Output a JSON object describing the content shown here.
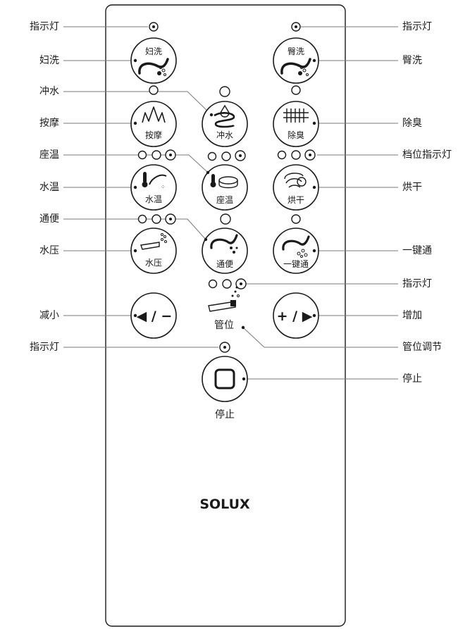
{
  "remote": {
    "brand": "SOLUX",
    "buttons": {
      "fuxi": "妇洗",
      "tunxi": "臀洗",
      "anmo": "按摩",
      "chongshui": "冲水",
      "chuchou": "除臭",
      "shuiwen": "水温",
      "zuowen": "座温",
      "honggan": "烘干",
      "shuiya": "水压",
      "tongbian": "通便",
      "yijiantong": "一键通",
      "decrease": "◀ / −",
      "increase": "+ / ▶",
      "guanwei": "管位",
      "stop": "停止"
    }
  },
  "callouts": {
    "left": {
      "indicator_top": "指示灯",
      "fuxi": "妇洗",
      "chongshui": "冲水",
      "anmo": "按摩",
      "zuowen": "座温",
      "shuiwen": "水温",
      "tongbian": "通便",
      "shuiya": "水压",
      "decrease": "减小",
      "indicator_bottom": "指示灯"
    },
    "right": {
      "indicator_top": "指示灯",
      "tunxi": "臀洗",
      "chuchou": "除臭",
      "level_indicator": "档位指示灯",
      "honggan": "烘干",
      "yijiantong": "一键通",
      "indicator_mid": "指示灯",
      "increase": "增加",
      "guanwei_adjust": "管位调节",
      "stop": "停止"
    }
  },
  "colors": {
    "line": "#7a7a7a",
    "stroke": "#1a1a1a"
  }
}
